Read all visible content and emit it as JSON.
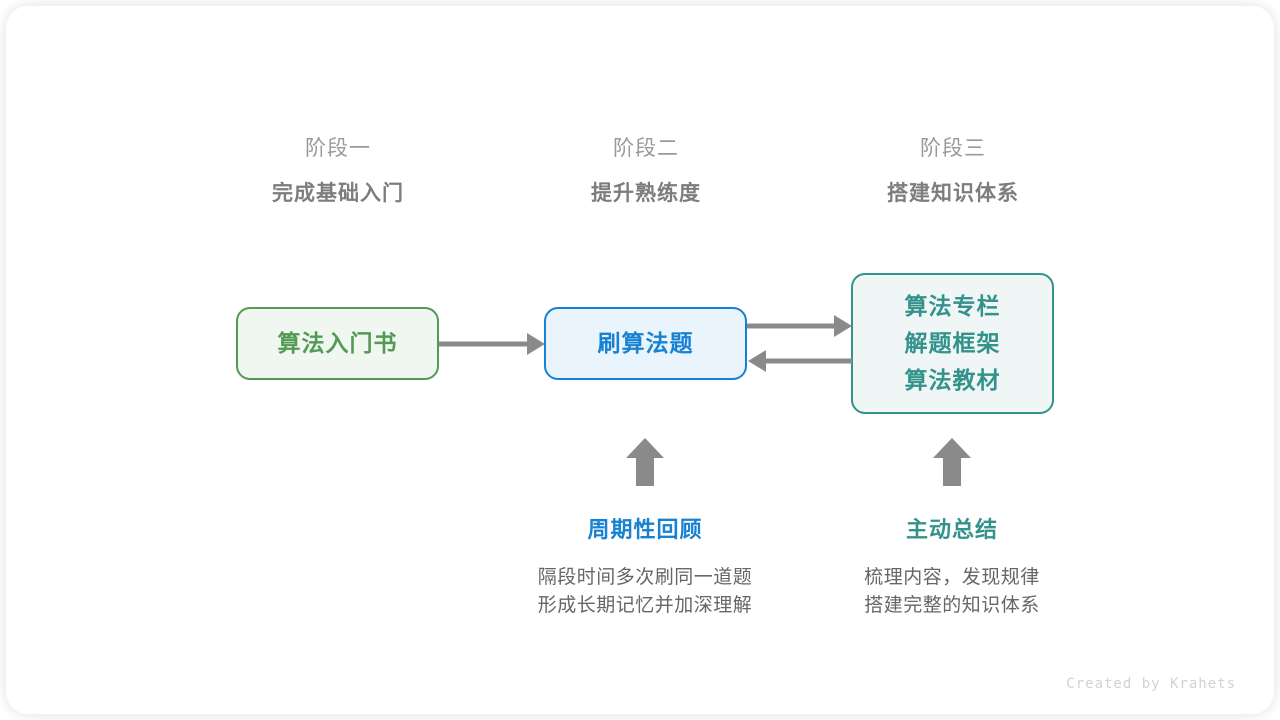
{
  "stages": [
    {
      "id": "stage-1",
      "sub": "阶段一",
      "title": "完成基础入门"
    },
    {
      "id": "stage-2",
      "sub": "阶段二",
      "title": "提升熟练度"
    },
    {
      "id": "stage-3",
      "sub": "阶段三",
      "title": "搭建知识体系"
    }
  ],
  "nodes": {
    "book": {
      "lines": [
        "算法入门书"
      ],
      "color": "#539A55",
      "fill": "#F0F7F1"
    },
    "practice": {
      "lines": [
        "刷算法题"
      ],
      "color": "#1782D2",
      "fill": "#E9F4FC"
    },
    "resources": {
      "lines": [
        "算法专栏",
        "解题框架",
        "算法教材"
      ],
      "color": "#34928C",
      "fill": "#EFF6F5"
    }
  },
  "notes": [
    {
      "id": "note-review",
      "title": "周期性回顾",
      "body_line1": "隔段时间多次刷同一道题",
      "body_line2": "形成长期记忆并加深理解",
      "color": "#1782D2"
    },
    {
      "id": "note-summary",
      "title": "主动总结",
      "body_line1": "梳理内容，发现规律",
      "body_line2": "搭建完整的知识体系",
      "color": "#34928C"
    }
  ],
  "credit": "Created by Krahets",
  "palette": {
    "arrow": "#8a8a8a",
    "stage_sub": "#9a9a9a",
    "stage_title": "#7d7d7d",
    "note_body": "#666666",
    "credit": "#d2d2d2",
    "card_bg": "#ffffff"
  }
}
